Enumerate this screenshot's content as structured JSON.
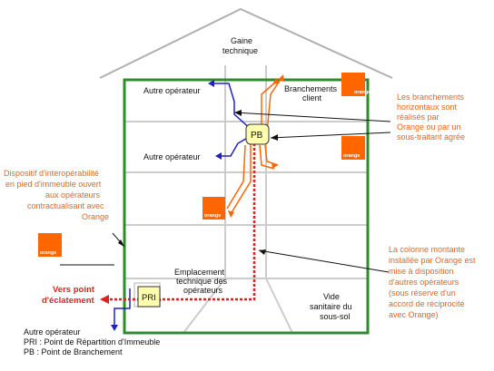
{
  "labels": {
    "gaine_l1": "Gaine",
    "gaine_l2": "technique",
    "autre_op_top": "Autre opérateur",
    "autre_op_mid": "Autre opérateur",
    "branch_l1": "Branchements",
    "branch_l2": "client",
    "pb": "PB",
    "pri": "PRI",
    "empl_l1": "Emplacement",
    "empl_l2": "technique des",
    "empl_l3": "opérateurs",
    "vide_l1": "Vide",
    "vide_l2": "sanitaire du",
    "vide_l3": "sous-sol",
    "vers_l1": "Vers point",
    "vers_l2": "d'éclatement",
    "autre_op_bottom": "Autre opérateur"
  },
  "notes": {
    "horizontaux": [
      "Les branchements",
      "horizontaux sont",
      "réalisés par",
      "Orange ou par un",
      "sous-traitant agrée"
    ],
    "dispositif": [
      "Dispositif d'interopérabilité",
      "en pied d'immeuble ouvert",
      "aux opérateurs",
      "contractualisant avec",
      "Orange"
    ],
    "colonne": [
      "La colonne montante",
      "installée par Orange est",
      "mise à disposition",
      "d'autres opérateurs",
      "(sous réserve d'un",
      "accord de réciprocité",
      "avec Orange)"
    ]
  },
  "legend": {
    "pri": "PRI : Point de Répartition d'Immeuble",
    "pb": "PB : Point de Branchement"
  },
  "logo": {
    "text": "orange"
  },
  "colors": {
    "building": "#2e8b2e",
    "floor": "#cccccc",
    "roof": "#b0b0b0",
    "orange": "#ff6600",
    "note_orange": "#e8641b",
    "red": "#e02020",
    "blue": "#2020c0",
    "pb_fill": "#ffffb0"
  }
}
